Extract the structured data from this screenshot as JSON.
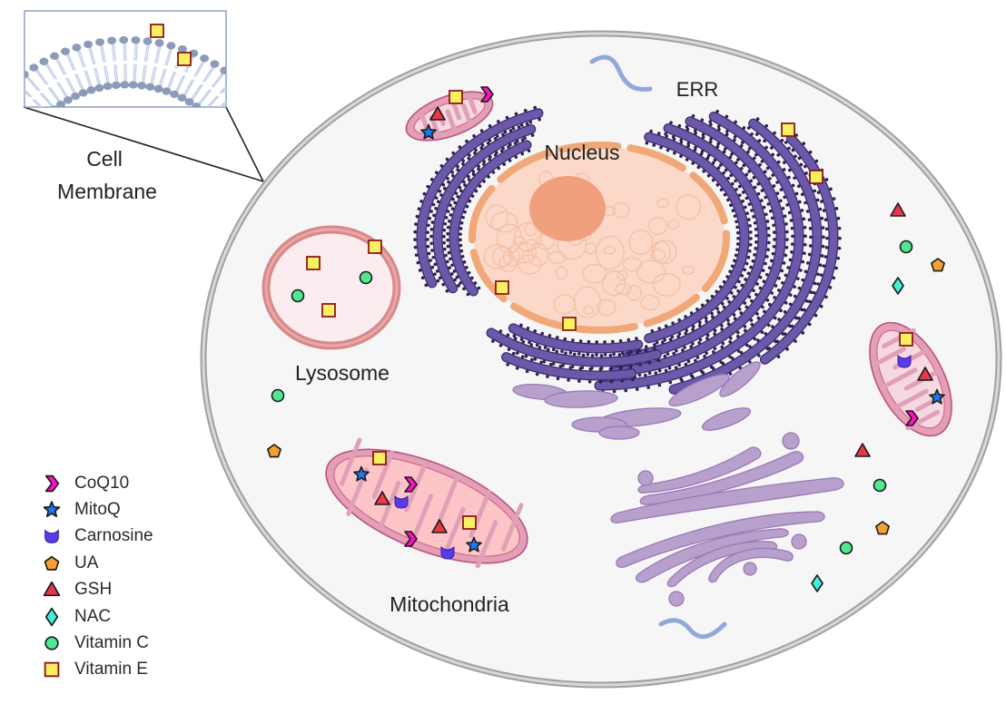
{
  "labels": {
    "cell_membrane": [
      "Cell",
      "Membrane"
    ],
    "nucleus": "Nucleus",
    "err": "ERR",
    "lysosome": "Lysosome",
    "mitochondria": "Mitochondria"
  },
  "legend": [
    {
      "key": "coq10",
      "label": "CoQ10",
      "shape": "chevron",
      "color": "#ff10c8"
    },
    {
      "key": "mitoq",
      "label": "MitoQ",
      "shape": "star",
      "color": "#1e78f0"
    },
    {
      "key": "carnosine",
      "label": "Carnosine",
      "shape": "cup",
      "color": "#5a3ce6"
    },
    {
      "key": "ua",
      "label": "UA",
      "shape": "pentagon",
      "color": "#f5a030"
    },
    {
      "key": "gsh",
      "label": "GSH",
      "shape": "triangle",
      "color": "#e83848"
    },
    {
      "key": "nac",
      "label": "NAC",
      "shape": "diamond",
      "color": "#40f0d8"
    },
    {
      "key": "vitc",
      "label": "Vitamin C",
      "shape": "circle",
      "color": "#50e890"
    },
    {
      "key": "vite",
      "label": "Vitamin E",
      "shape": "square",
      "color": "#f8f060"
    }
  ],
  "colors": {
    "cell_fill": "#f6f6f6",
    "cell_border": "#a8a8a8",
    "nucleus_fill": "#fbd8c8",
    "nucleolus": "#f0a07c",
    "nuclear_envelope": "#f0a878",
    "rough_er": "#6c58a8",
    "golgi": "#b8a0cc",
    "mito_outer": "#e0a0b8",
    "mito_inner": "#ffc8c8",
    "lysosome_ring": "#d88888",
    "rna": "#90a8dc"
  }
}
